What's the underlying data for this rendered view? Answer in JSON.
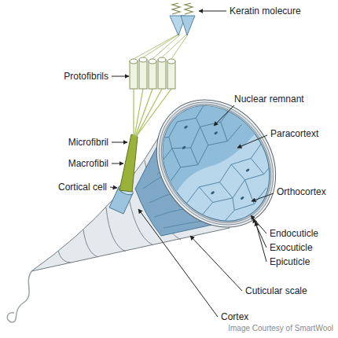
{
  "diagram": {
    "labels": [
      "Keratin molecure",
      "Protofibrils",
      "Nuclear remnant",
      "Paracortext",
      "Microfibril",
      "Macrofibil",
      "Orthocortex",
      "Cortical cell",
      "Endocuticle",
      "Exocuticle",
      "Epicuticle",
      "Cuticular scale",
      "Cortex",
      "Image Courtesy of SmartWool"
    ]
  }
}
